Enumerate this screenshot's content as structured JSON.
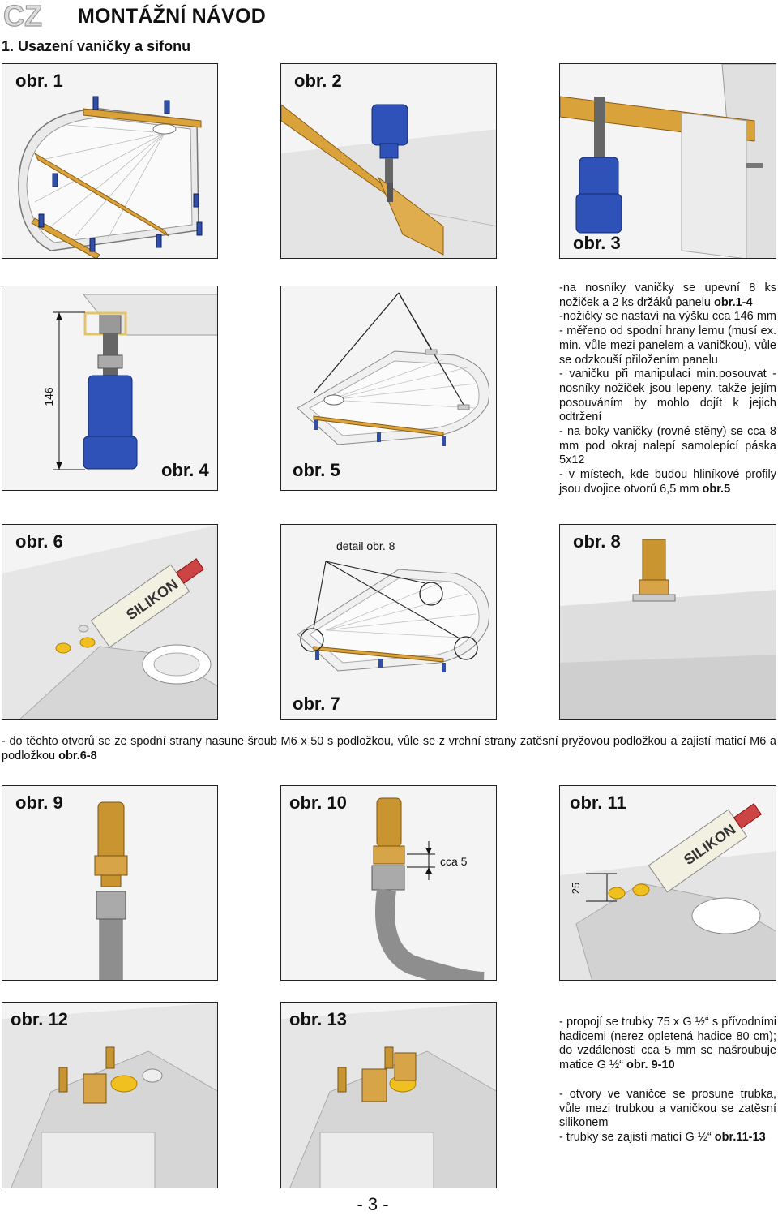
{
  "header": {
    "lang_badge": "CZ",
    "title": "MONTÁŽNÍ NÁVOD",
    "section": "1. Usazení vaničky a sifonu"
  },
  "figures": {
    "obr1": "obr. 1",
    "obr2": "obr. 2",
    "obr3": "obr. 3",
    "obr4": "obr. 4",
    "obr4_dim": "146",
    "obr5": "obr. 5",
    "obr6": "obr. 6",
    "obr7": "obr. 7",
    "detail8": "detail obr. 8",
    "obr8": "obr. 8",
    "obr9": "obr. 9",
    "obr10": "obr. 10",
    "obr10_dim": "cca 5",
    "obr11": "obr. 11",
    "obr11_dim": "25",
    "obr12": "obr. 12",
    "obr13": "obr. 13",
    "silikon": "SILIKON"
  },
  "text_right1": {
    "l1": "-na nosníky vaničky se upevní 8 ks nožiček a 2 ks držáků panelu ",
    "l1b": "obr.1-4",
    "l2": "-nožičky se nastaví na výšku cca 146 mm - měřeno od spodní hrany lemu (musí ex. min. vůle mezi panelem a vaničkou), vůle se odzkouší přiložením panelu",
    "l3": "- vaničku při manipulaci min.posouvat - nosníky nožiček jsou lepeny, takže jejím posouváním by mohlo dojít k jejich odtržení",
    "l4": "- na boky vaničky (rovné stěny) se cca 8 mm pod okraj nalepí samolepící páska 5x12",
    "l5": "- v místech, kde budou hliníkové profily jsou dvojice otvorů 6,5 mm ",
    "l5b": "obr.5"
  },
  "text_mid": {
    "t": "- do těchto otvorů se ze spodní strany nasune šroub M6 x 50 s podložkou, vůle se z vrchní strany zatěsní pryžovou podložkou a zajistí maticí M6 a podložkou ",
    "tb": "obr.6-8"
  },
  "text_right2": {
    "p1": "- propojí se trubky 75 x G ½“ s přívodními hadicemi (nerez opletená hadice 80 cm); do vzdálenosti cca 5 mm se našroubuje matice G ½“ ",
    "p1b": "obr. 9-10",
    "p2": "- otvory ve vaničce se prosune trubka, vůle mezi trubkou a vaničkou se zatěsní silikonem",
    "p3": "- trubky se zajistí maticí G ½“ ",
    "p3b": "obr.11-13"
  },
  "footer": {
    "page": "- 3 -"
  }
}
